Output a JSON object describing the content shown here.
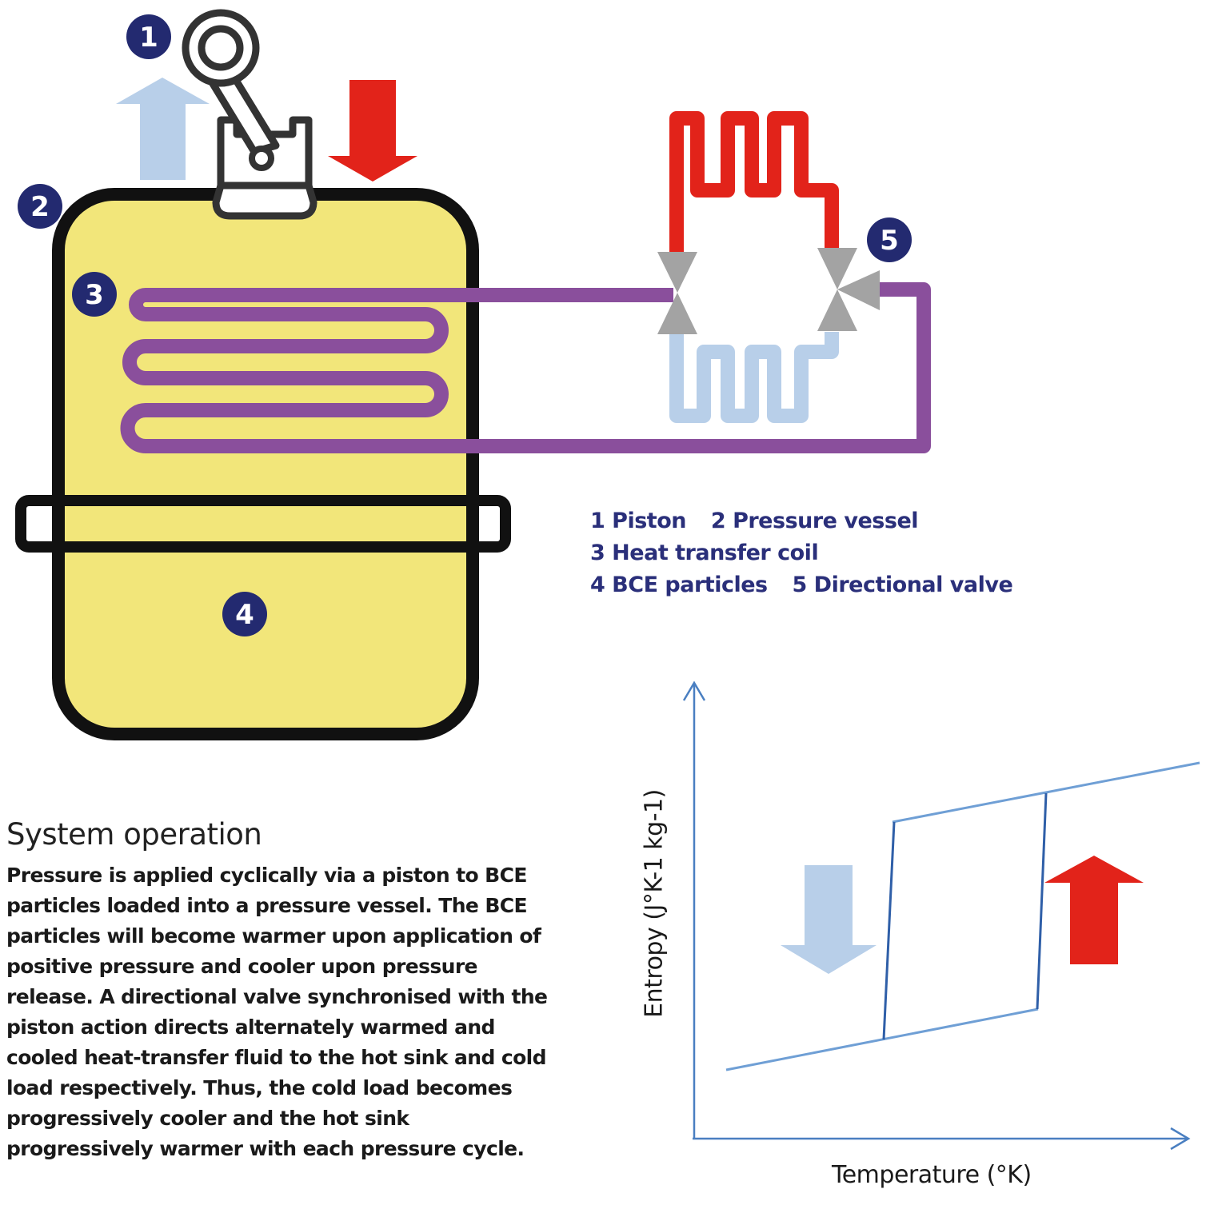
{
  "badges": [
    "1",
    "2",
    "3",
    "4",
    "5"
  ],
  "legend": {
    "items": [
      "1 Piston",
      "2 Pressure vessel",
      "3 Heat transfer coil",
      "4 BCE particles",
      "5 Directional valve"
    ]
  },
  "system_operation": {
    "title": "System operation",
    "body": "Pressure is applied cyclically via a piston to BCE particles loaded into a pressure vessel. The BCE particles will become warmer upon application of positive pressure and cooler upon pressure release. A directional valve synchronised with the piston action directs alternately warmed and cooled heat-transfer fluid to the hot sink and cold load respectively. Thus, the cold load becomes progressively cooler and the hot sink progressively warmer with each pressure cycle."
  },
  "graph": {
    "x_label": "Temperature (°K)",
    "y_label": "Entropy (J°K-1 kg-1)"
  },
  "colors": {
    "vessel_fill": "#f2e67a",
    "outline": "#111111",
    "coil": "#8a4f9c",
    "hot": "#e2231a",
    "cold": "#b8cfe9",
    "valve": "#a3a3a3",
    "badge": "#232a70",
    "axis": "#4a7fc1",
    "legend_text": "#2a2f7a"
  }
}
